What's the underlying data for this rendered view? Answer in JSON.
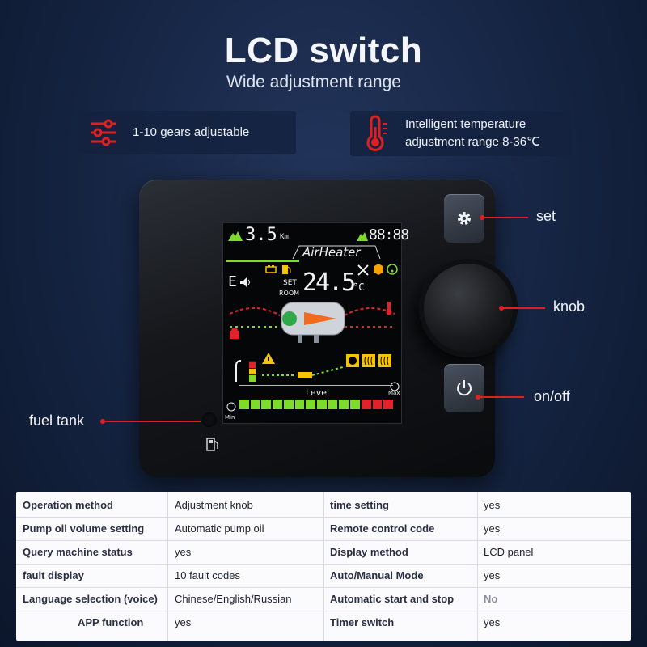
{
  "header": {
    "title": "LCD switch",
    "subtitle": "Wide adjustment range"
  },
  "features": [
    {
      "icon": "sliders-icon",
      "line1": "1-10 gears adjustable",
      "line2": ""
    },
    {
      "icon": "thermometer-icon",
      "line1": "Intelligent temperature",
      "line2": "adjustment range 8-36℃"
    }
  ],
  "screen": {
    "distance": "3.5",
    "distance_unit": "Km",
    "clock": "88:88",
    "brand": "AirHeater",
    "mode": "E",
    "set_label": "SET",
    "room_label": "ROOM",
    "temperature": "24.5",
    "temp_unit": "°C",
    "level_label": "Level",
    "min_label": "Min",
    "max_label": "Max",
    "level_total": 14,
    "level_active": 11
  },
  "callouts": {
    "set": "set",
    "knob": "knob",
    "onoff": "on/off",
    "fuel": "fuel tank"
  },
  "specs": [
    [
      "Operation method",
      "Adjustment knob",
      "time setting",
      "yes"
    ],
    [
      "Pump oil volume setting",
      "Automatic pump oil",
      "Remote control code",
      "yes"
    ],
    [
      "Query machine status",
      "yes",
      "Display method",
      "LCD panel"
    ],
    [
      "fault display",
      "10 fault codes",
      "Auto/Manual Mode",
      "yes"
    ],
    [
      "Language selection (voice)",
      "Chinese/English/Russian",
      "Automatic start and stop",
      "No"
    ],
    [
      "APP function",
      "yes",
      "Timer switch",
      "yes"
    ]
  ],
  "colors": {
    "accent_red": "#e02020",
    "level_green": "#7ddc2a",
    "level_red": "#e0232a",
    "temp_orange": "#f6a300"
  }
}
